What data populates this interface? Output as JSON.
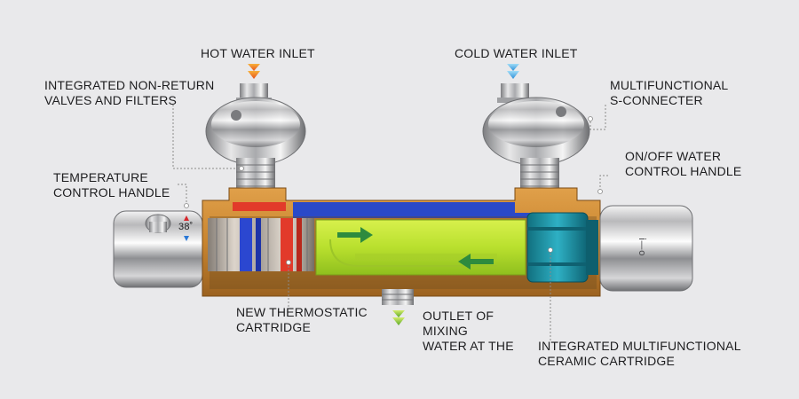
{
  "labels": {
    "hot_inlet": "HOT WATER INLET",
    "cold_inlet": "COLD WATER INLET",
    "non_return": [
      "INTEGRATED NON-RETURN",
      "VALVES AND FILTERS"
    ],
    "s_connecter": [
      "MULTIFUNCTIONAL",
      "S-CONNECTER"
    ],
    "temp_handle": [
      "TEMPERATURE",
      "CONTROL HANDLE"
    ],
    "onoff_handle": [
      "ON/OFF WATER",
      "CONTROL HANDLE"
    ],
    "thermo_cartridge": [
      "NEW THERMOSTATIC",
      "CARTRIDGE"
    ],
    "outlet": [
      "OUTLET OF",
      "MIXING",
      "WATER AT THE"
    ],
    "ceramic_cartridge": [
      "INTEGRATED MULTIFUNCTIONAL",
      "CERAMIC CARTRIDGE"
    ]
  },
  "temperature_marking": "38˚",
  "colors": {
    "background": "#e9e9eb",
    "hot_arrow": "#f26a1b",
    "cold_arrow": "#3aa8e8",
    "outlet_arrow": "#8cc63f",
    "mixing_chamber": "#c6e63a",
    "cold_channel": "#2a49c8",
    "brass_body": "#c9852f",
    "ceramic_cartridge": "#1e8fa3",
    "flow_arrow": "#2e8b3e"
  },
  "icons": [
    "hot-inlet-arrow-icon",
    "cold-inlet-arrow-icon",
    "outlet-arrow-icon",
    "flow-arrow-icon"
  ]
}
